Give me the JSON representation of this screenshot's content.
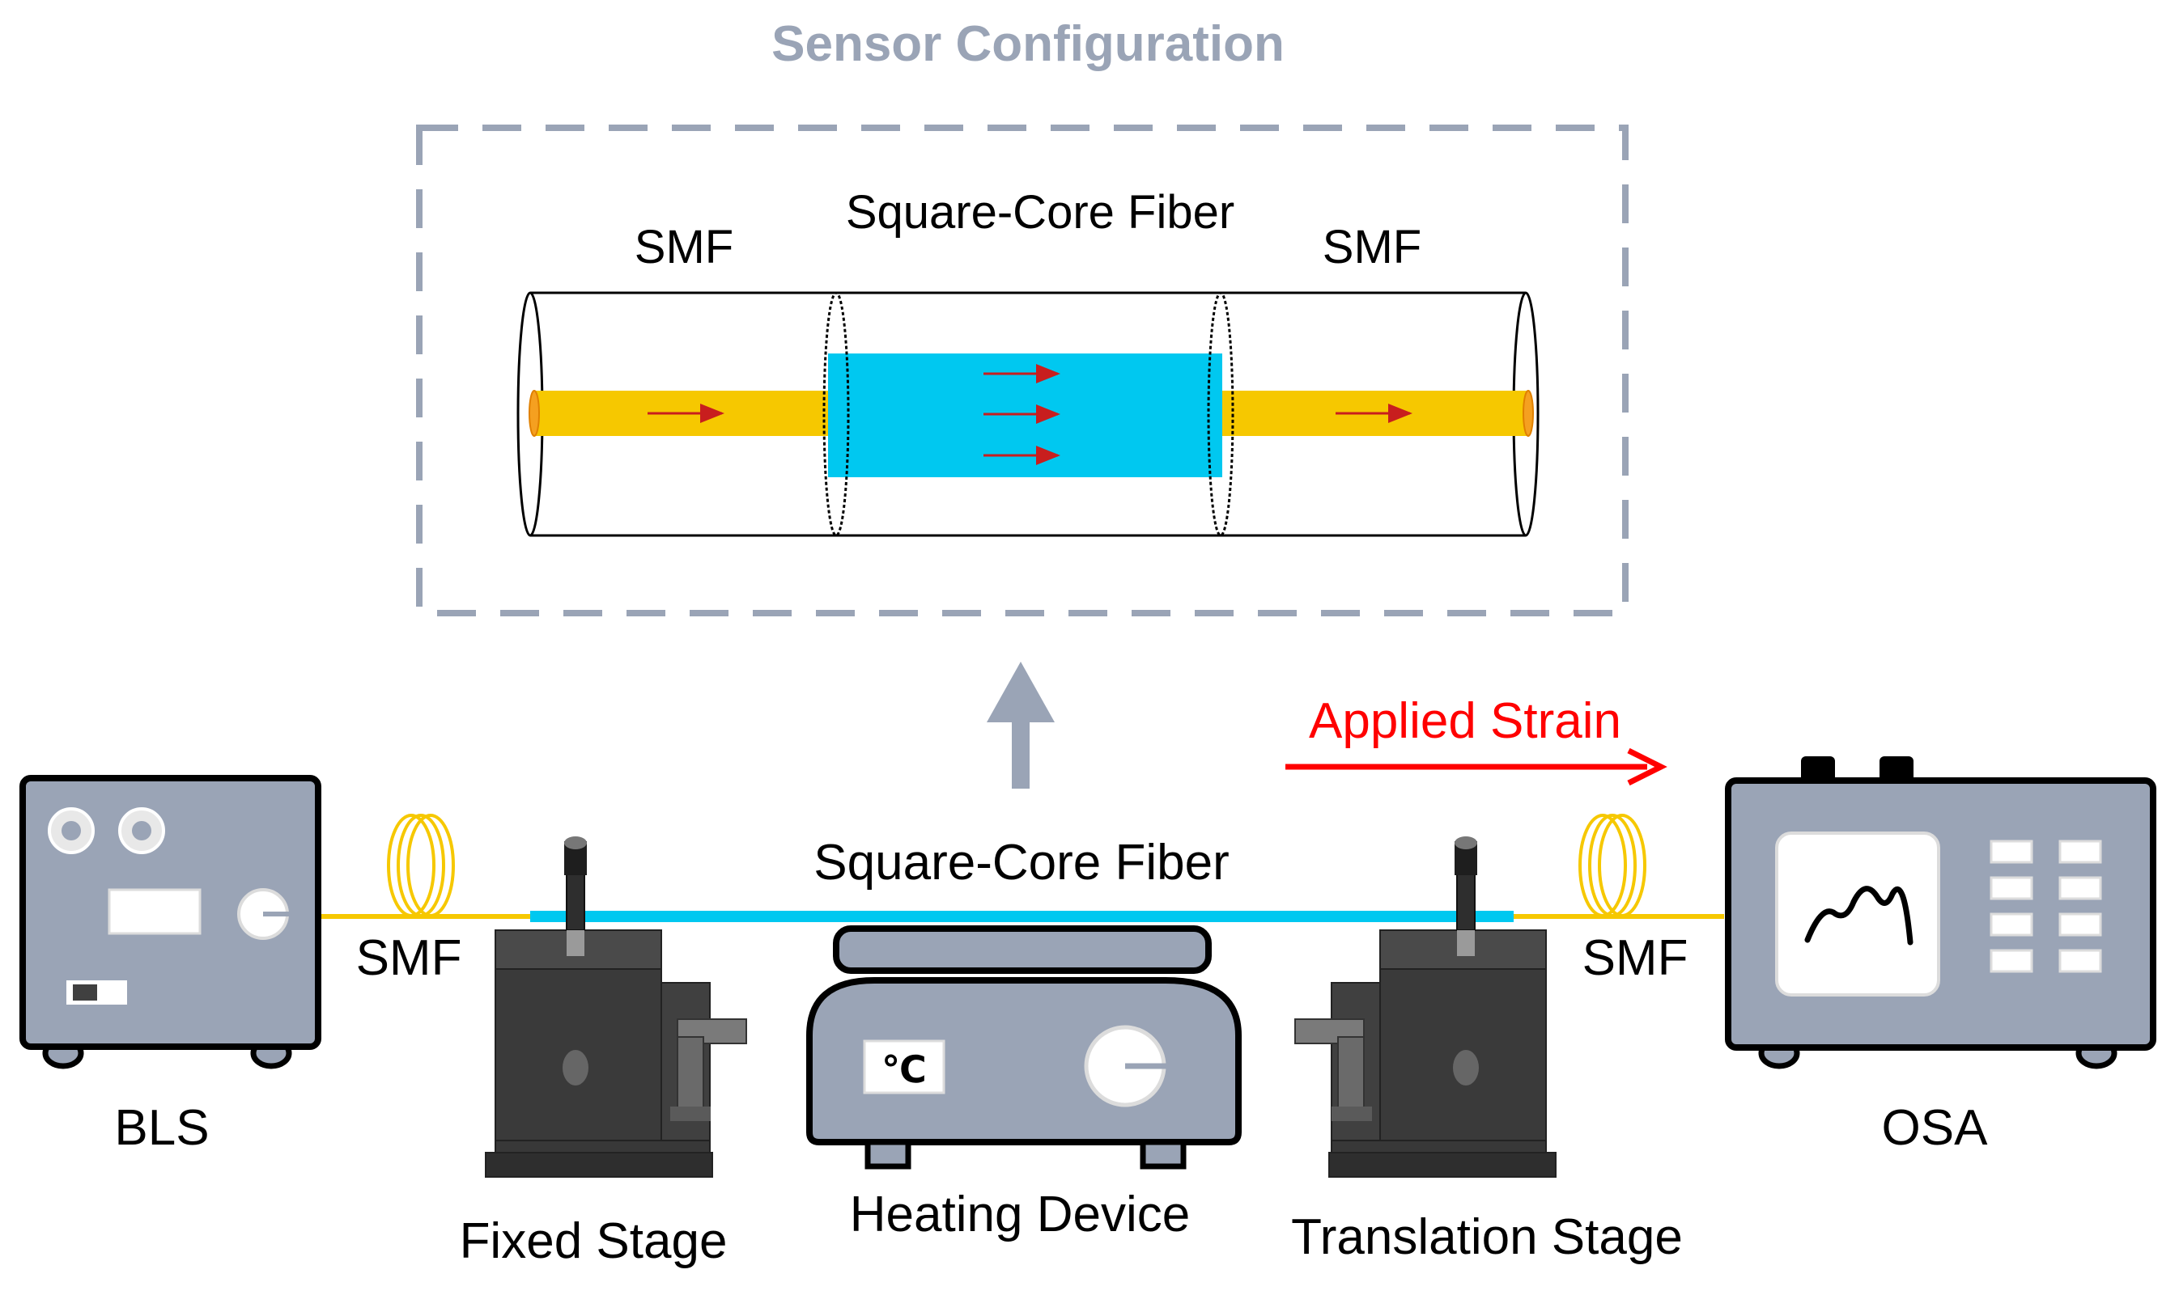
{
  "sensor_config": {
    "title": "Sensor Configuration",
    "smf_left": "SMF",
    "center_label": "Square-Core Fiber",
    "smf_right": "SMF"
  },
  "setup": {
    "applied_strain": "Applied Strain",
    "fiber_label": "Square-Core Fiber",
    "smf_left": "SMF",
    "smf_right": "SMF",
    "bls": "BLS",
    "osa": "OSA",
    "fixed_stage": "Fixed Stage",
    "heating_device": "Heating Device",
    "translation_stage": "Translation Stage",
    "heater_display": "℃"
  },
  "colors": {
    "instrument_gray": "#9aa4b6",
    "dashed_box": "#9aa4b6",
    "smf_yellow": "#f6c800",
    "square_core_cyan": "#00c8f0",
    "strain_red": "#ff0000",
    "stage_dark": "#404040",
    "propagation_arrows": "#c81e1e"
  }
}
